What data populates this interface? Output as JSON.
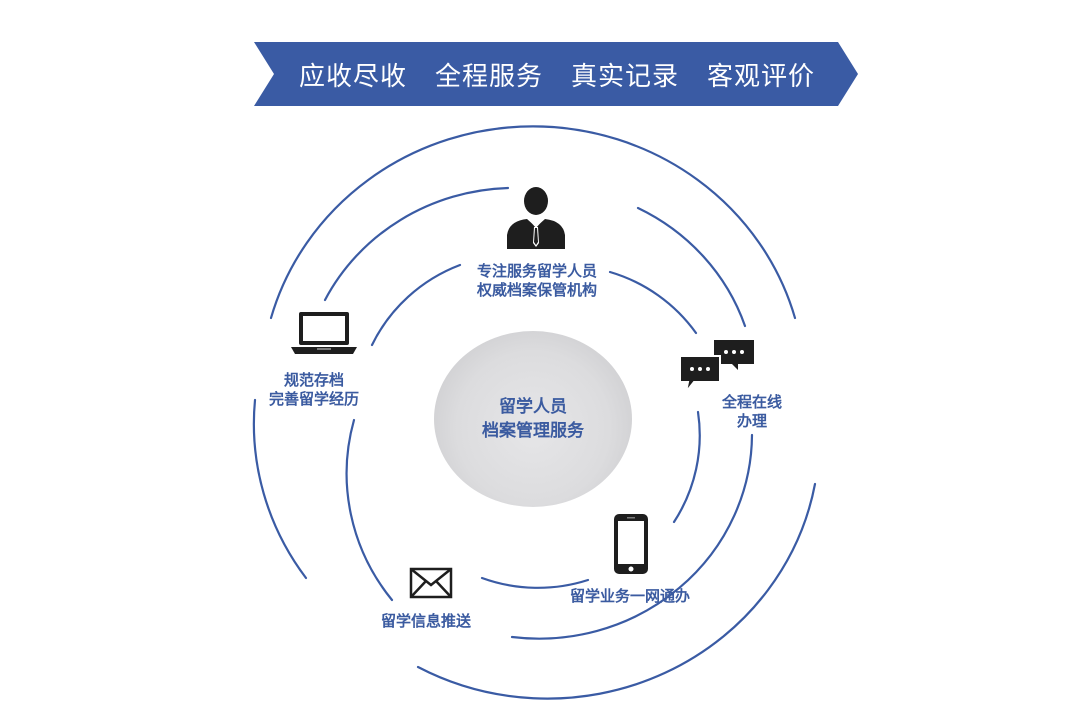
{
  "banner": {
    "phrases": [
      "应收尽收",
      "全程服务",
      "真实记录",
      "客观评价"
    ],
    "color": "#3a5ba4"
  },
  "center": {
    "line1": "留学人员",
    "line2": "档案管理服务"
  },
  "nodes": [
    {
      "id": "top",
      "icon": "businessman-icon",
      "line1": "专注服务留学人员",
      "line2": "权威档案保管机构"
    },
    {
      "id": "left",
      "icon": "laptop-icon",
      "line1": "规范存档",
      "line2": "完善留学经历"
    },
    {
      "id": "right",
      "icon": "chat-bubbles-icon",
      "line1": "全程在线",
      "line2": "办理"
    },
    {
      "id": "bottom-right",
      "icon": "smartphone-icon",
      "line1": "留学业务一网通办"
    },
    {
      "id": "bottom-left",
      "icon": "envelope-icon",
      "line1": "留学信息推送"
    }
  ],
  "colors": {
    "ring": "#3a5ba4",
    "label": "#3b5ba0",
    "icon": "#1e1e1e"
  }
}
